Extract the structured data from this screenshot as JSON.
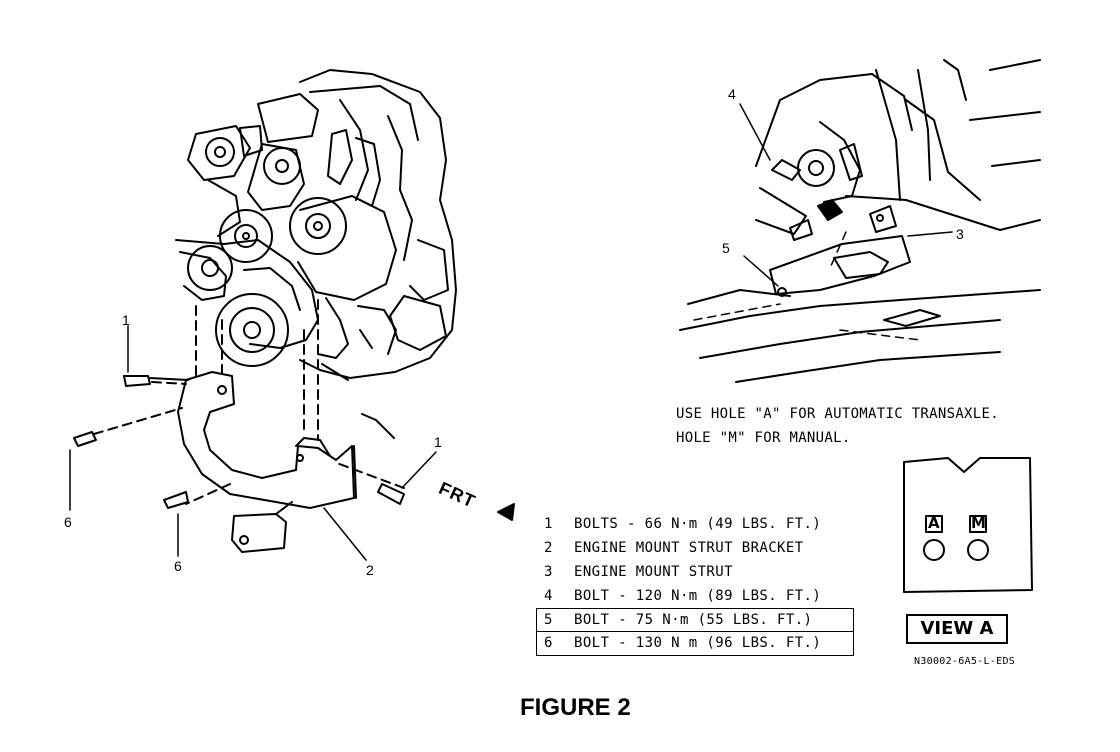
{
  "figure_title": "FIGURE 2",
  "callouts": {
    "left_bolt_top": "1",
    "left_bolt_side": "6",
    "left_bolt_lower": "6",
    "right_bolt": "1",
    "bracket": "2",
    "view_bolt_4": "4",
    "view_bolt_5": "5",
    "view_strut_3": "3"
  },
  "direction_label": "FRT",
  "view_a_inset": {
    "hole_a_label": "A",
    "hole_m_label": "M"
  },
  "note": {
    "line1": "USE HOLE \"A\" FOR AUTOMATIC TRANSAXLE.",
    "line2": "HOLE \"M\" FOR MANUAL."
  },
  "legend": [
    {
      "num": "1",
      "text": "BOLTS - 66 N·m (49 LBS. FT.)"
    },
    {
      "num": "2",
      "text": "ENGINE MOUNT STRUT BRACKET"
    },
    {
      "num": "3",
      "text": "ENGINE MOUNT STRUT"
    },
    {
      "num": "4",
      "text": "BOLT - 120 N·m (89 LBS. FT.)"
    },
    {
      "num": "5",
      "text": "BOLT - 75 N·m (55 LBS. FT.)"
    },
    {
      "num": "6",
      "text": "BOLT - 130 N m (96 LBS. FT.)"
    }
  ],
  "view_label": "VIEW A",
  "drawing_code": "N30002-6A5-L-EDS"
}
